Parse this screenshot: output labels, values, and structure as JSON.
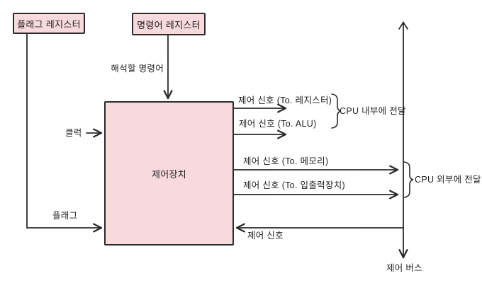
{
  "diagram": {
    "title_hint": "CPU control unit signal diagram",
    "boxes": {
      "flag_register": {
        "label": "플래그 레지스터"
      },
      "instruction_register": {
        "label": "명령어 레지스터"
      },
      "control_unit": {
        "label": "제어장치"
      }
    },
    "labels": {
      "decoded_instruction": "해석할 명령어",
      "clock": "클럭",
      "flag": "플래그",
      "signal_to_register": "제어 신호 (To. 레지스터)",
      "signal_to_alu": "제어 신호 (To. ALU)",
      "internal_delivery": "CPU 내부에 전달",
      "signal_to_memory": "제어 신호 (To. 메모리)",
      "signal_to_io": "제어 신호 (To. 입출력장치)",
      "external_delivery": "CPU 외부에 전달",
      "incoming_signal": "제어 신호",
      "control_bus": "제어 버스"
    },
    "colors": {
      "background": "#ffffff",
      "box_fill": "#f8dade",
      "box_border": "#2c2c2c",
      "line": "#2b2b2b",
      "text": "#222222"
    }
  }
}
